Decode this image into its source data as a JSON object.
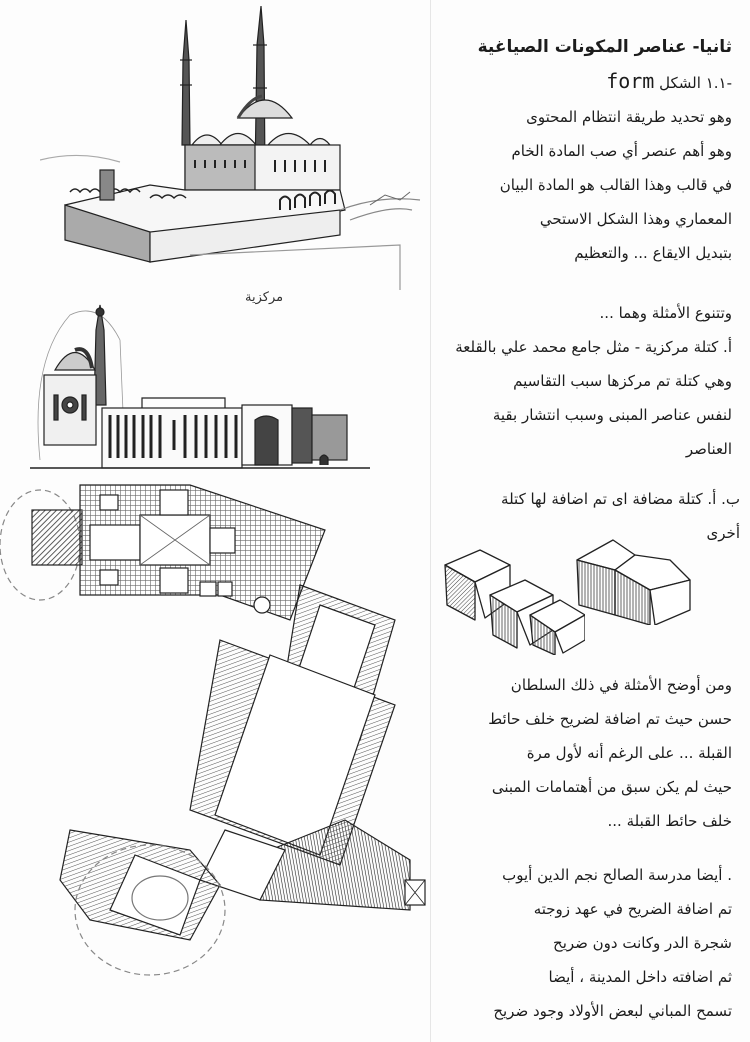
{
  "page": {
    "type": "scanned sketchbook page",
    "ink_color": "#1c1c1c",
    "paper_color": "#fdfdfd"
  },
  "sketches": [
    {
      "id": "mosque-perspective",
      "description": "Perspective sketch of a mosque with two minarets and multiple domes on a citadel"
    },
    {
      "id": "mosque-elevation",
      "description": "Elevation sketch of a mosque facade with minaret, dome and long colonnaded wall",
      "label": "مركزية"
    },
    {
      "id": "plan-upper",
      "description": "Hatched floor plan with central courtyard and an adjoining dashed circle"
    },
    {
      "id": "plan-lower",
      "description": "Hatched floor plan of linked rotated rectangular spaces with a dashed circle"
    },
    {
      "id": "cube-group-left",
      "description": "Three stepped hatched cubes"
    },
    {
      "id": "cube-group-right",
      "description": "Two joined hatched cubes"
    }
  ],
  "notes": {
    "heading": "ثانيا- عناصر المكونات الصياغية",
    "section_number": "-١.١",
    "section_title": "الشكل",
    "section_title_latin": "form",
    "paragraph1": [
      "وهو تحديد طريقة انتظام المحتوى",
      "وهو أهم عنصر أي صب المادة الخام",
      "في قالب وهذا القالب هو المادة البيان",
      "المعماري وهذا الشكل الاستحي",
      "بتبديل الايقاع ... والتعظيم"
    ],
    "paragraph2": [
      "وتتنوع الأمثلة وهما ...",
      "أ. كتلة مركزية - مثل جامع محمد علي بالقلعة",
      "وهي كتلة تم مركزها سبب التقاسيم",
      "لنفس عناصر المبنى وسبب انتشار بقية",
      "العناصر"
    ],
    "paragraph3": [
      "ب. أ. كتلة مضافة اى تم اضافة لها كتلة",
      "أخرى"
    ],
    "paragraph4": [
      "ومن أوضح الأمثلة في ذلك السلطان",
      "حسن حيث تم اضافة لضريح خلف حائط",
      "القبلة ... على الرغم أنه لأول مرة",
      "حيث لم يكن سبق من أهتمامات المبنى",
      "خلف حائط القبلة ..."
    ],
    "paragraph5": [
      ". أيضا مدرسة الصالح نجم الدين أيوب",
      "تم اضافة الضريح في عهد زوجته",
      "شجرة الدر وكانت دون ضريح",
      "ثم اضافته داخل المدينة ، أيضا",
      "تسمح المباني لبعض الأولاد وجود ضريح"
    ]
  }
}
